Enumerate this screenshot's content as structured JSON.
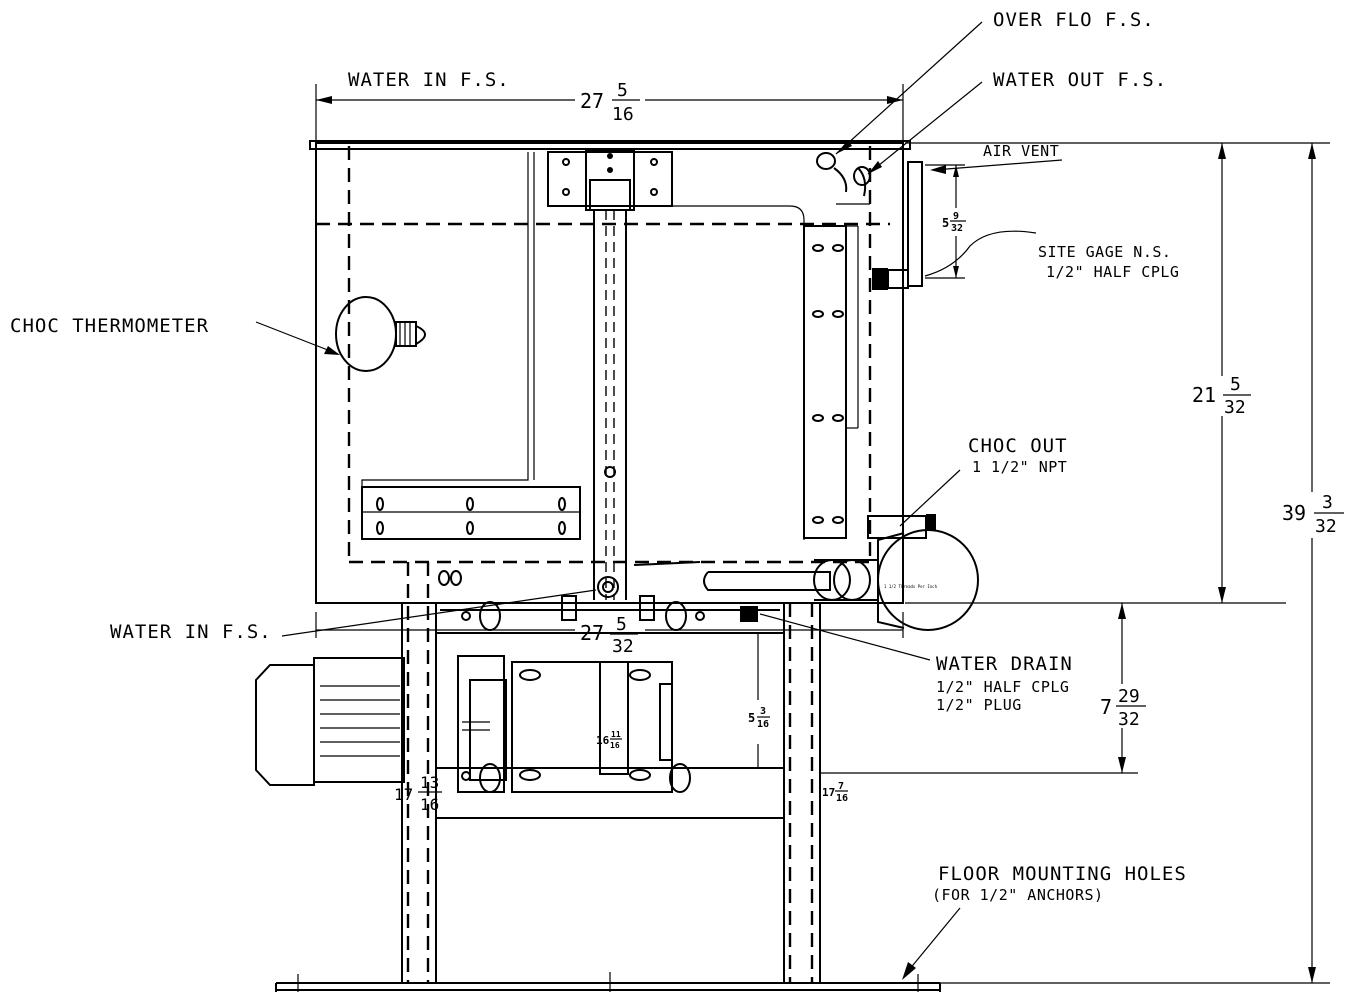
{
  "labels": {
    "water_in_top": "WATER IN F.S.",
    "over_flo": "OVER FLO F.S.",
    "water_out": "WATER OUT F.S.",
    "air_vent": "AIR VENT",
    "site_gage_1": "SITE GAGE N.S.",
    "site_gage_2": "1/2\" HALF CPLG",
    "choc_thermometer": "CHOC THERMOMETER",
    "choc_out_1": "CHOC OUT",
    "choc_out_2": "1 1/2\" NPT",
    "water_in_bottom": "WATER IN F.S.",
    "water_drain_1": "WATER DRAIN",
    "water_drain_2": "1/2\" HALF CPLG",
    "water_drain_3": "1/2\" PLUG",
    "floor_mount_1": "FLOOR MOUNTING HOLES",
    "floor_mount_2": "(FOR 1/2\" ANCHORS)",
    "pump_note": "1 1/2 Threads Per Inch"
  },
  "dimensions": {
    "top_width": {
      "whole": "27",
      "num": "5",
      "den": "16"
    },
    "tank_height": {
      "whole": "21",
      "num": "5",
      "den": "32"
    },
    "overall_height": {
      "whole": "39",
      "num": "3",
      "den": "32"
    },
    "base_height": {
      "whole": "7",
      "num": "29",
      "den": "32"
    },
    "gage_offset": {
      "whole": "5",
      "num": "9",
      "den": "32"
    },
    "inner_width": {
      "whole": "27",
      "num": "5",
      "den": "32"
    },
    "pump_offset": {
      "whole": "5",
      "num": "3",
      "den": "16"
    },
    "shaft": {
      "whole": "16",
      "num": "11",
      "den": "16"
    },
    "leg_left": {
      "whole": "17",
      "num": "13",
      "den": "16"
    },
    "leg_right": {
      "whole": "17",
      "num": "7",
      "den": "16"
    }
  }
}
